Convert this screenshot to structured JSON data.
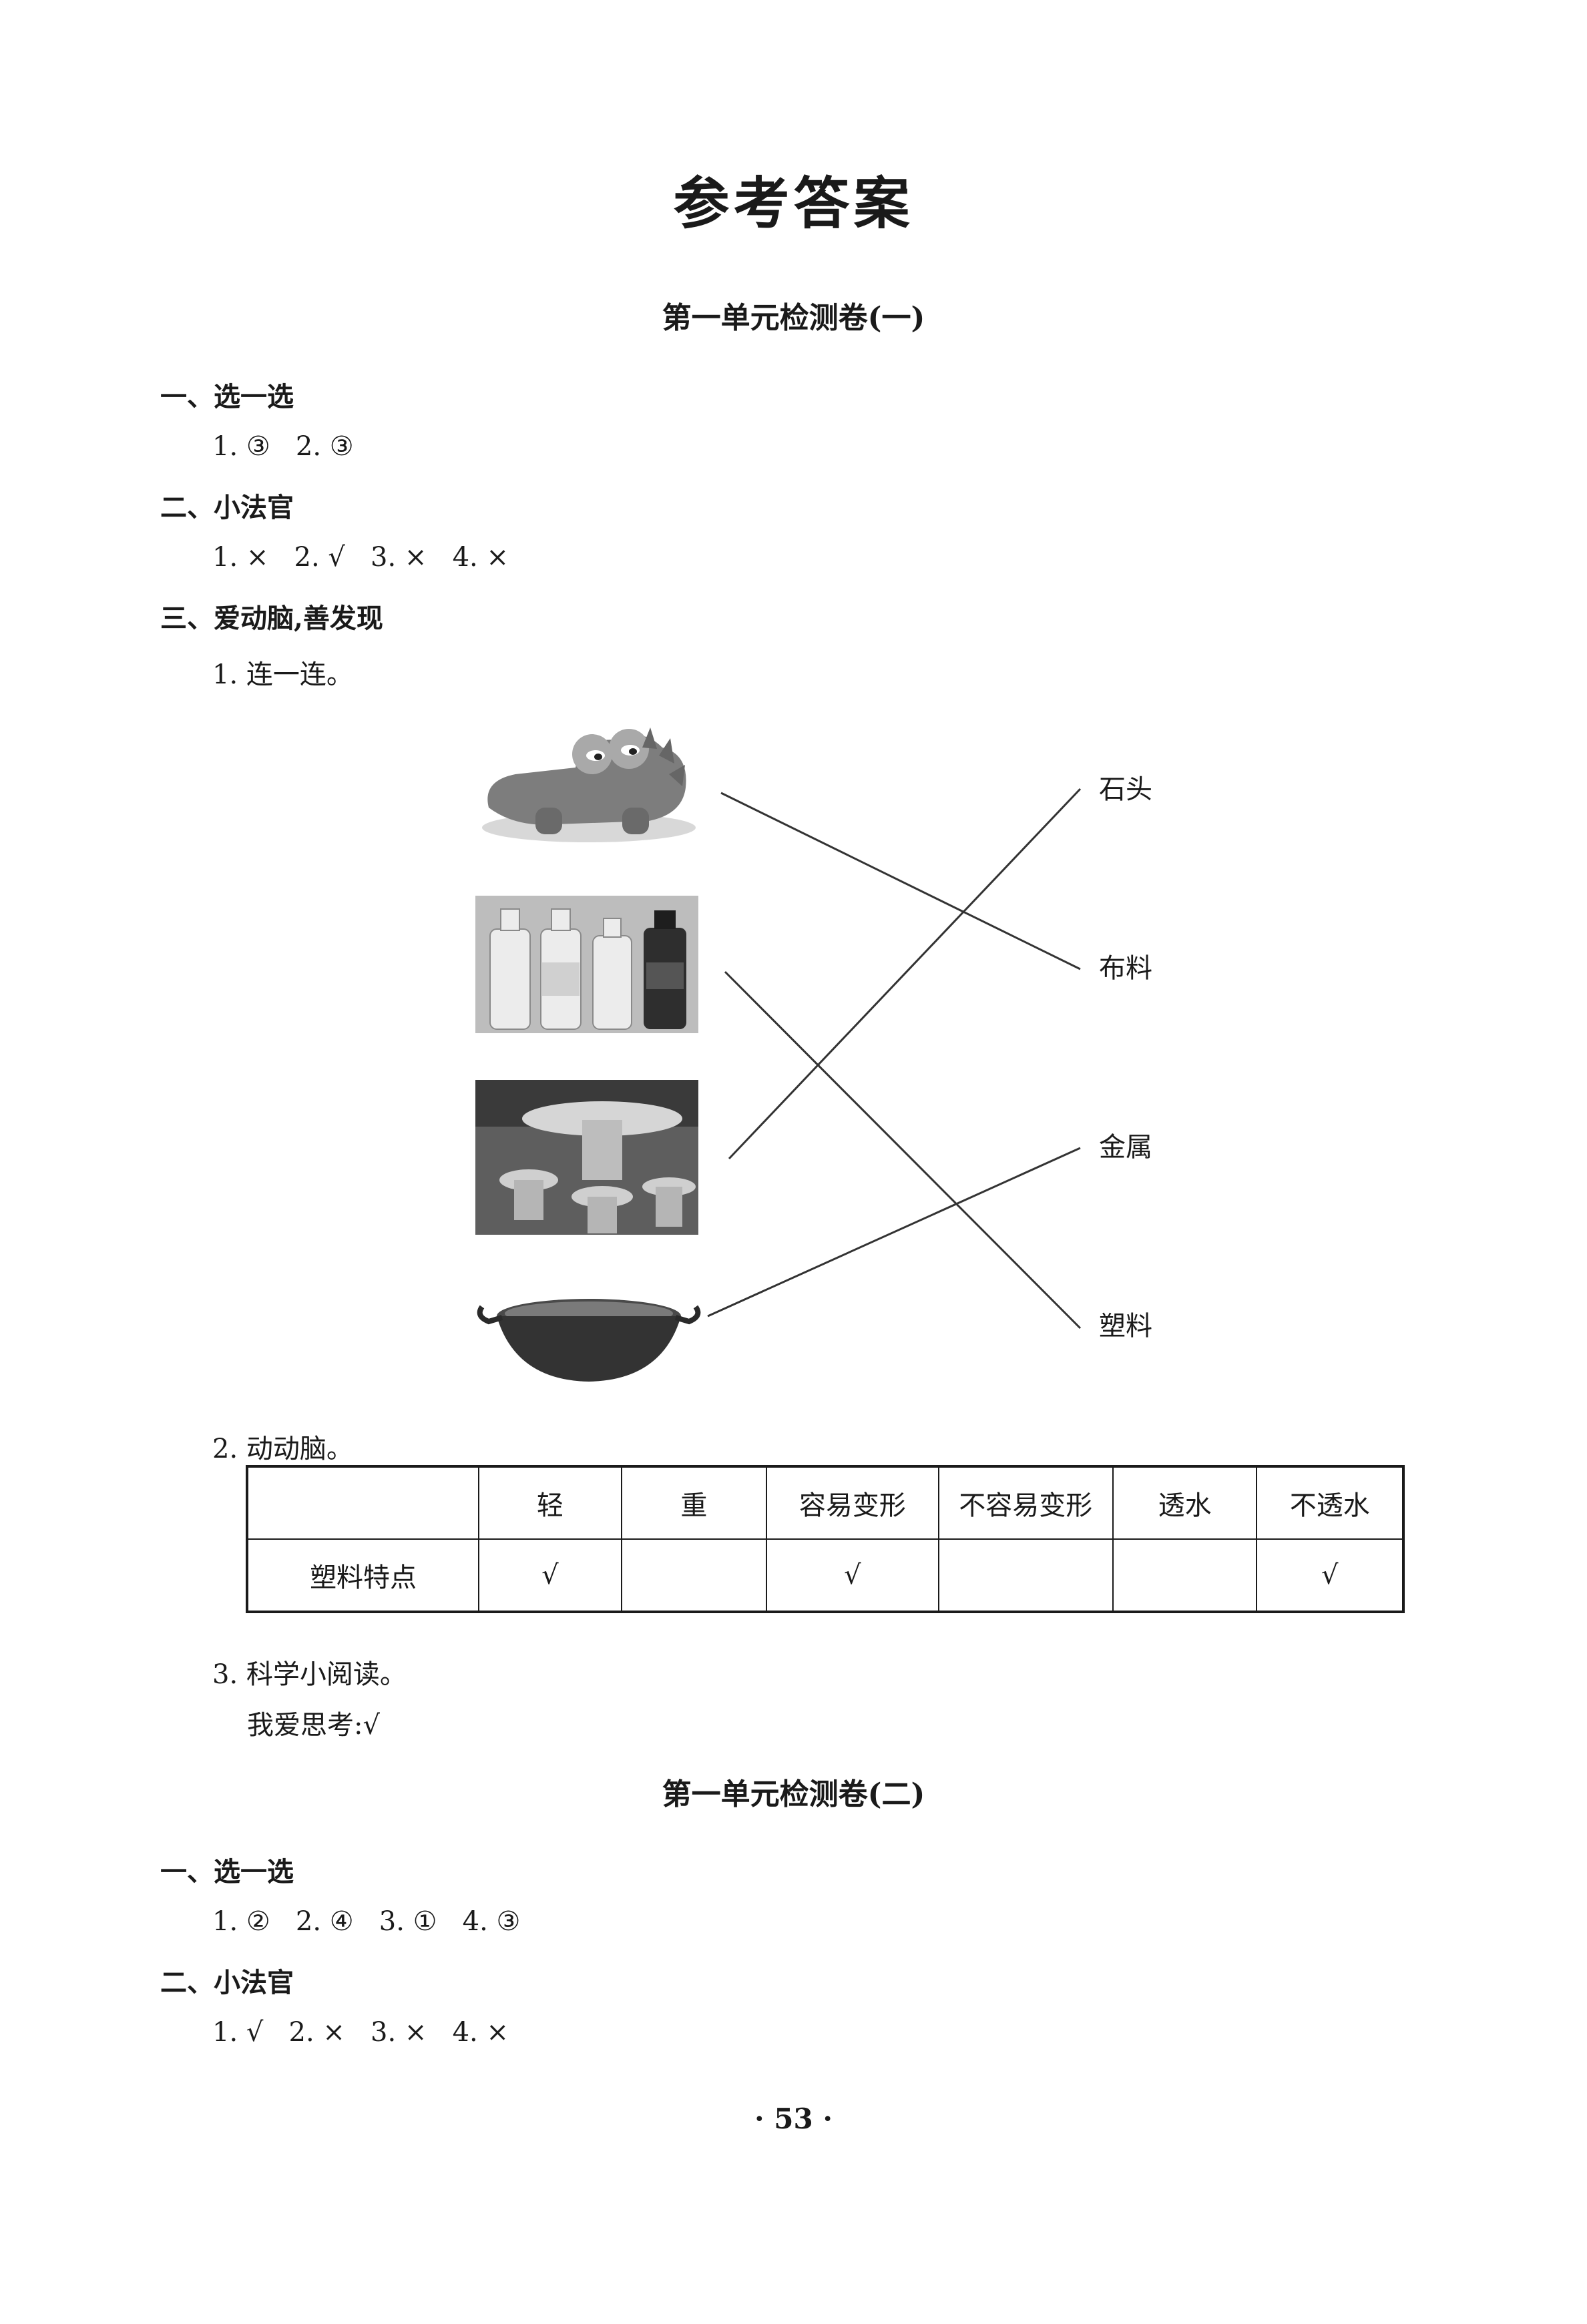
{
  "page": {
    "title": "参考答案",
    "page_number": "· 53 ·"
  },
  "test1": {
    "heading": "第一单元检测卷(一)",
    "s1": {
      "heading": "一、选一选",
      "answers": "1. ③   2. ③"
    },
    "s2": {
      "heading": "二、小法官",
      "answers": "1. ×   2. √   3. ×   4. ×"
    },
    "s3": {
      "heading": "三、爱动脑,善发现",
      "q1": "1. 连一连。",
      "matching": {
        "pictures": [
          "crocodile-toy-image",
          "plastic-bottles-image",
          "stone-table-image",
          "metal-wok-image"
        ],
        "labels": [
          "石头",
          "布料",
          "金属",
          "塑料"
        ],
        "lines": [
          [
            0,
            1
          ],
          [
            1,
            3
          ],
          [
            2,
            0
          ],
          [
            3,
            2
          ]
        ]
      },
      "q2": "2. 动动脑。",
      "table": {
        "headers": [
          "",
          "轻",
          "重",
          "容易变形",
          "不容易变形",
          "透水",
          "不透水"
        ],
        "row_label": "塑料特点",
        "row_values": [
          "√",
          "",
          "√",
          "",
          "",
          "√"
        ]
      },
      "q3": "3. 科学小阅读。",
      "q3_answer": "我爱思考:√"
    }
  },
  "test2": {
    "heading": "第一单元检测卷(二)",
    "s1": {
      "heading": "一、选一选",
      "answers": "1. ②   2. ④   3. ①   4. ③"
    },
    "s2": {
      "heading": "二、小法官",
      "answers": "1. √   2. ×   3. ×   4. ×"
    }
  }
}
